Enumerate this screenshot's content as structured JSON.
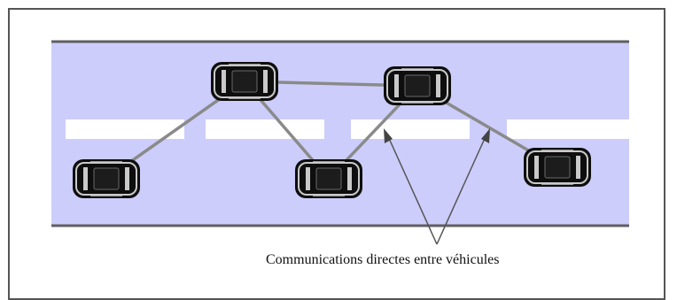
{
  "caption": "Communications directes entre véhicules",
  "colors": {
    "road": "#cccdfb",
    "road_edge": "#5f5f5f",
    "lane_marking": "#ffffff",
    "link": "#8a8a8a",
    "arrow": "#555555",
    "car_body": "#0e0e0e",
    "car_trim": "#c9c9c9",
    "frame": "#555555"
  },
  "vehicles": [
    {
      "id": "car-1"
    },
    {
      "id": "car-2"
    },
    {
      "id": "car-3"
    },
    {
      "id": "car-4"
    },
    {
      "id": "car-5"
    }
  ],
  "links": [
    {
      "from": "car-1",
      "to": "car-2"
    },
    {
      "from": "car-2",
      "to": "car-3"
    },
    {
      "from": "car-2",
      "to": "car-4"
    },
    {
      "from": "car-3",
      "to": "car-4"
    },
    {
      "from": "car-4",
      "to": "car-5"
    }
  ]
}
